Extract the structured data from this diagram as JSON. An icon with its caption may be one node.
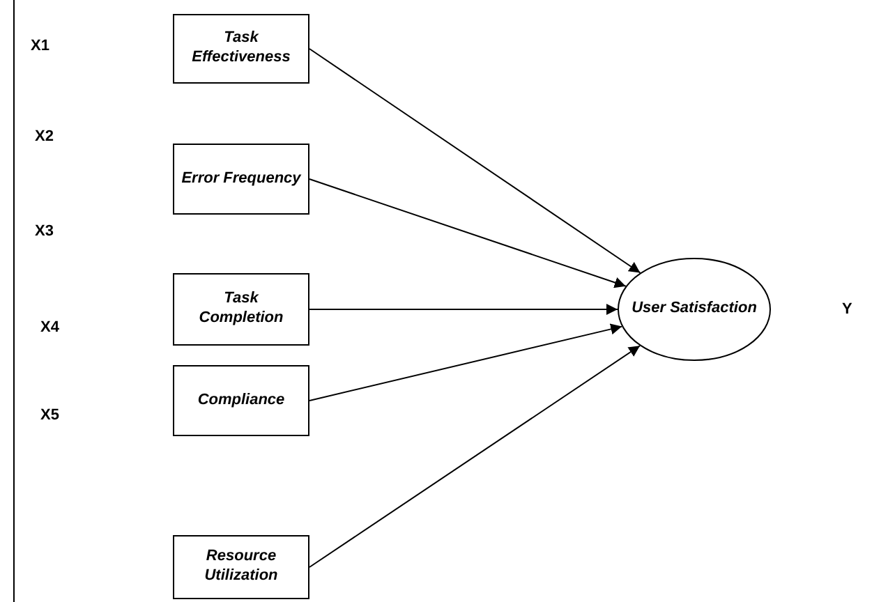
{
  "diagram": {
    "nodes": [
      {
        "text": [
          "Task Effectiveness"
        ]
      },
      {
        "text": [
          "Error Frequency"
        ]
      },
      {
        "text": [
          "Task Completion"
        ]
      },
      {
        "text": [
          "Compliance"
        ]
      },
      {
        "text": [
          "Resource Utilization"
        ]
      },
      {
        "text": [
          "User Satisfaction"
        ]
      }
    ],
    "edges": [
      {
        "from": 0,
        "to": 5,
        "arrow": "to"
      },
      {
        "from": 1,
        "to": 5,
        "arrow": "to"
      },
      {
        "from": 2,
        "to": 5,
        "arrow": "to"
      },
      {
        "from": 3,
        "to": 5,
        "arrow": "to"
      },
      {
        "from": 4,
        "to": 5,
        "arrow": "to"
      }
    ],
    "labels": [
      "X1",
      "X2",
      "X3",
      "X4",
      "Y",
      "X5"
    ]
  }
}
